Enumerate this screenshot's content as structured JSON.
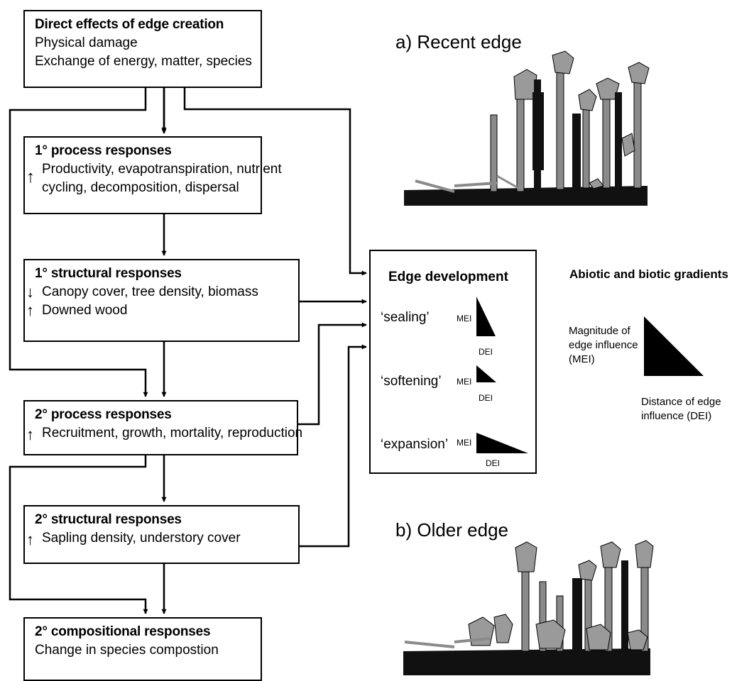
{
  "boxes": {
    "direct": {
      "title": "Direct effects of edge creation",
      "lines": [
        "Physical damage",
        "Exchange of energy, matter, species"
      ]
    },
    "p1": {
      "title": "1° process responses",
      "lines": [
        "Productivity, evapotranspiration, nutrient",
        "cycling, decomposition, dispersal"
      ],
      "arrow": "↑"
    },
    "s1": {
      "title": "1° structural responses",
      "lines": [
        "Canopy cover, tree density, biomass",
        "Downed wood"
      ],
      "arrows": [
        "↓",
        "↑"
      ]
    },
    "p2": {
      "title": "2° process responses",
      "lines": [
        "Recruitment, growth, mortality, reproduction"
      ],
      "arrow": "↑"
    },
    "s2": {
      "title": "2° structural responses",
      "lines": [
        "Sapling density, understory cover"
      ],
      "arrow": "↑"
    },
    "c2": {
      "title": "2° compositional responses",
      "lines": [
        "Change in species compostion"
      ]
    }
  },
  "edge_development": {
    "title": "Edge development",
    "items": [
      {
        "label": "‘sealing’",
        "mei": "MEI",
        "dei": "DEI"
      },
      {
        "label": "‘softening’",
        "mei": "MEI",
        "dei": "DEI"
      },
      {
        "label": "‘expansion’",
        "mei": "MEI",
        "dei": "DEI"
      }
    ]
  },
  "gradients": {
    "title": "Abiotic and biotic gradients",
    "mei_label": [
      "Magnitude of",
      "edge influence",
      "(MEI)"
    ],
    "dei_label": [
      "Distance of edge",
      "influence (DEI)"
    ]
  },
  "panels": {
    "recent": "a) Recent edge",
    "older": "b) Older edge"
  },
  "colors": {
    "ink": "#000000",
    "tree": "#8a8a8a",
    "ground": "#111111"
  }
}
